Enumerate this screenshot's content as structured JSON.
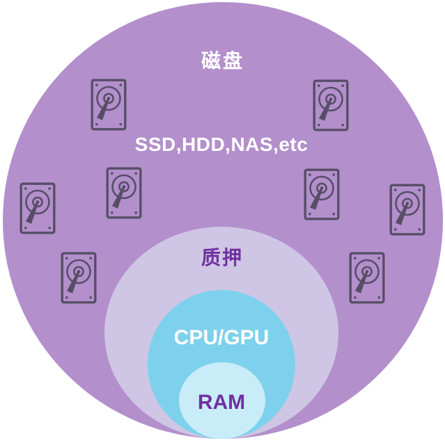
{
  "diagram": {
    "type": "nested-circles",
    "layers": [
      {
        "id": "disk",
        "label": "磁盘",
        "sublabel": "SSD,HDD,NAS,etc",
        "color": "#b38fcc",
        "label_color": "#ffffff"
      },
      {
        "id": "pledge",
        "label": "质押",
        "color": "#cfc5e4",
        "label_color": "#7030a0"
      },
      {
        "id": "cpu-gpu",
        "label": "CPU/GPU",
        "color": "#7ed1ec",
        "label_color": "#ffffff"
      },
      {
        "id": "ram",
        "label": "RAM",
        "color": "#c9ecf9",
        "label_color": "#7030a0"
      }
    ],
    "icons": {
      "name": "hdd-icon",
      "count": 8,
      "color": "#574e66"
    },
    "background_color": "#ffffff"
  }
}
